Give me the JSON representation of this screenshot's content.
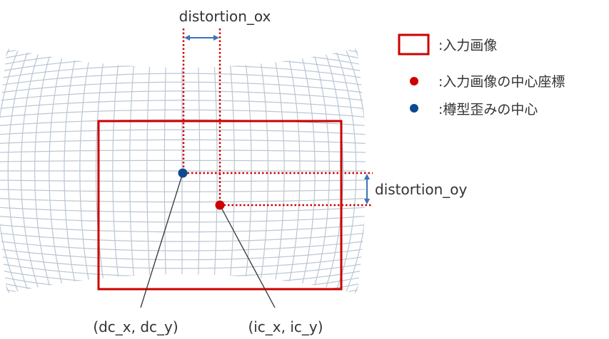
{
  "labels": {
    "distortion_ox": "distortion_ox",
    "distortion_oy": "distortion_oy",
    "dc_point": "(dc_x, dc_y)",
    "ic_point": "(ic_x, ic_y)"
  },
  "legend": {
    "input_image": ":入力画像",
    "input_center": ":入力画像の中心座標",
    "distortion_center": ":樽型歪みの中心"
  },
  "colors": {
    "input_red": "#cc0000",
    "center_blue": "#0b4a91",
    "grid": "#b9c6d4",
    "arrow": "#3b73b6",
    "text": "#333333",
    "leader": "#333333"
  },
  "icons": {
    "input_image": "red-rectangle-icon",
    "input_center": "red-dot-icon",
    "distortion_center": "blue-dot-icon"
  }
}
